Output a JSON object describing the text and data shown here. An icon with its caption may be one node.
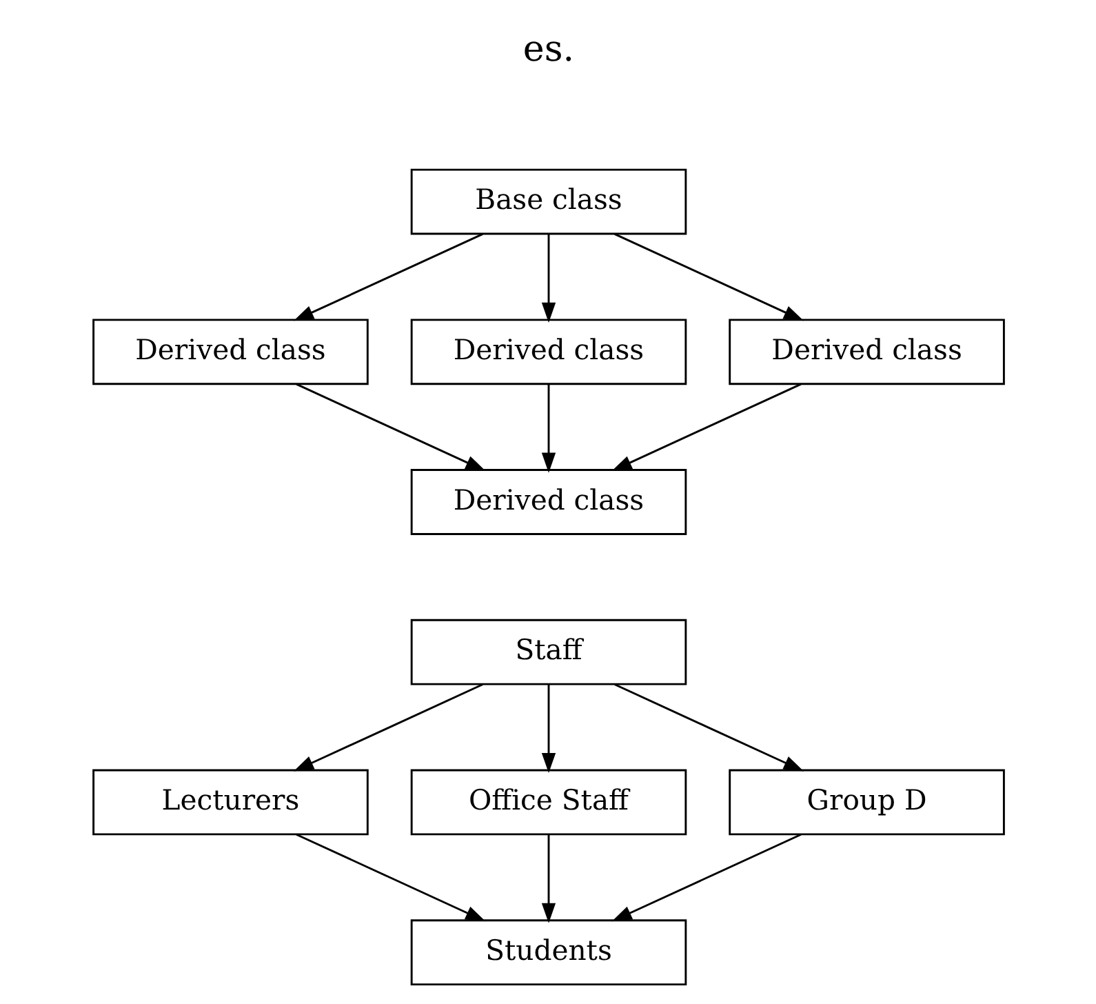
{
  "diagram": {
    "nodes": [
      {
        "text": [
          "Base class"
        ]
      },
      {
        "text": [
          "Derived class"
        ]
      },
      {
        "text": [
          "Derived class"
        ]
      },
      {
        "text": [
          "Derived class"
        ]
      },
      {
        "text": [
          "Derived class"
        ]
      },
      {
        "text": [
          "Staff"
        ]
      },
      {
        "text": [
          "Lecturers"
        ]
      },
      {
        "text": [
          "Office Staff"
        ]
      },
      {
        "text": [
          "Group D"
        ]
      },
      {
        "text": [
          "Students"
        ]
      }
    ],
    "edges": [
      {
        "from": 0,
        "to": 1,
        "arrow": "to"
      },
      {
        "from": 0,
        "to": 2,
        "arrow": "to"
      },
      {
        "from": 0,
        "to": 3,
        "arrow": "to"
      },
      {
        "from": 1,
        "to": 4,
        "arrow": "to"
      },
      {
        "from": 2,
        "to": 4,
        "arrow": "to"
      },
      {
        "from": 3,
        "to": 4,
        "arrow": "to"
      },
      {
        "from": 5,
        "to": 6,
        "arrow": "to"
      },
      {
        "from": 5,
        "to": 7,
        "arrow": "to"
      },
      {
        "from": 5,
        "to": 8,
        "arrow": "to"
      },
      {
        "from": 6,
        "to": 9,
        "arrow": "to"
      },
      {
        "from": 7,
        "to": 9,
        "arrow": "to"
      },
      {
        "from": 8,
        "to": 9,
        "arrow": "to"
      }
    ],
    "labels": [
      "es."
    ]
  }
}
